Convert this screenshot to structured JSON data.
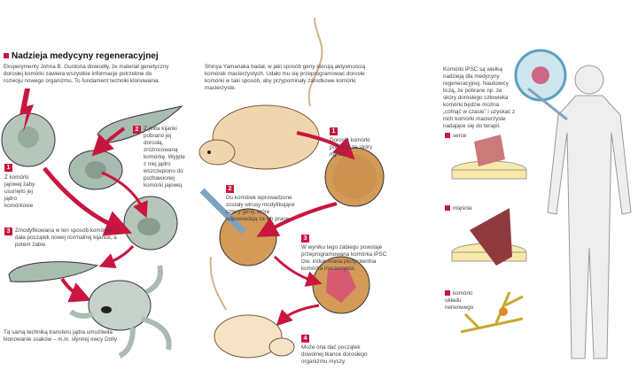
{
  "title": "Nadzieja medycyny regeneracyjnej",
  "gurdon": {
    "intro": "Eksperymenty Johna B. Gurdona dowiodły, że materiał genetyczny dorosłej komórki zawiera wszystkie informacje potrzebne do rozwoju nowego organizmu. To fundament techniki klonowania.",
    "steps": [
      {
        "num": "1",
        "text": "Z komórki jajowej żaby usunięto jej jądro komórkowe"
      },
      {
        "num": "2",
        "text": "Z jelita kijanki pobrano jej dorosłą, zróżnicowaną komórkę. Wyjęte z niej jądro wszczepiono do pozbawionej komórki jajowej."
      },
      {
        "num": "3",
        "text": "Zmodyfikowana w ten sposób komórka dała początek nowej normalnej kijance, a potem żabie."
      }
    ],
    "footer": "Tą samą techniką transferu jądra umożliwiła klonowanie ssaków – m.in. słynnej owcy Dolly"
  },
  "yamanaka": {
    "intro": "Shinya Yamanaka badał, w jaki sposób geny sterują aktywnością komórek macierzystych. Udało mu się przeprogramować dorosłe komórki w taki sposób, aby przypominały zarodkowe komórki macierzyste.",
    "steps": [
      {
        "num": "1",
        "text": "Dorosłe komórki pobrano ze skóry myszy."
      },
      {
        "num": "2",
        "text": "Do komórek wprowadzone zostały wirusy modyfikujące cztery geny, które odpowiadają za ich pracę."
      },
      {
        "num": "3",
        "text": "W wyniku tego zabiegu powstaje przeprogramowana komórka iPSC tzw. indukowana pluripotentna komórka macierzysta."
      },
      {
        "num": "4",
        "text": "Może ona dać początek dowolnej tkance dorosłego organizmu myszy."
      }
    ]
  },
  "ipsc": {
    "text": "Komórki iPSC są wielką nadzieją dla medycyny regeneracyjnej. Naukowcy liczą, że pobrane np. ze skóry dorosłego człowieka komórki będzie można „cofnąć w czasie” i uzyskać z nich komórki macierzyste nadające się do terapii.",
    "tissues": [
      "serce",
      "mięśnie",
      "komórki układu nerwowego"
    ]
  },
  "colors": {
    "accent": "#c8163f",
    "cell": "#a9bcb0",
    "mouse": "#f0d6ae",
    "dish": "#d49a58"
  }
}
